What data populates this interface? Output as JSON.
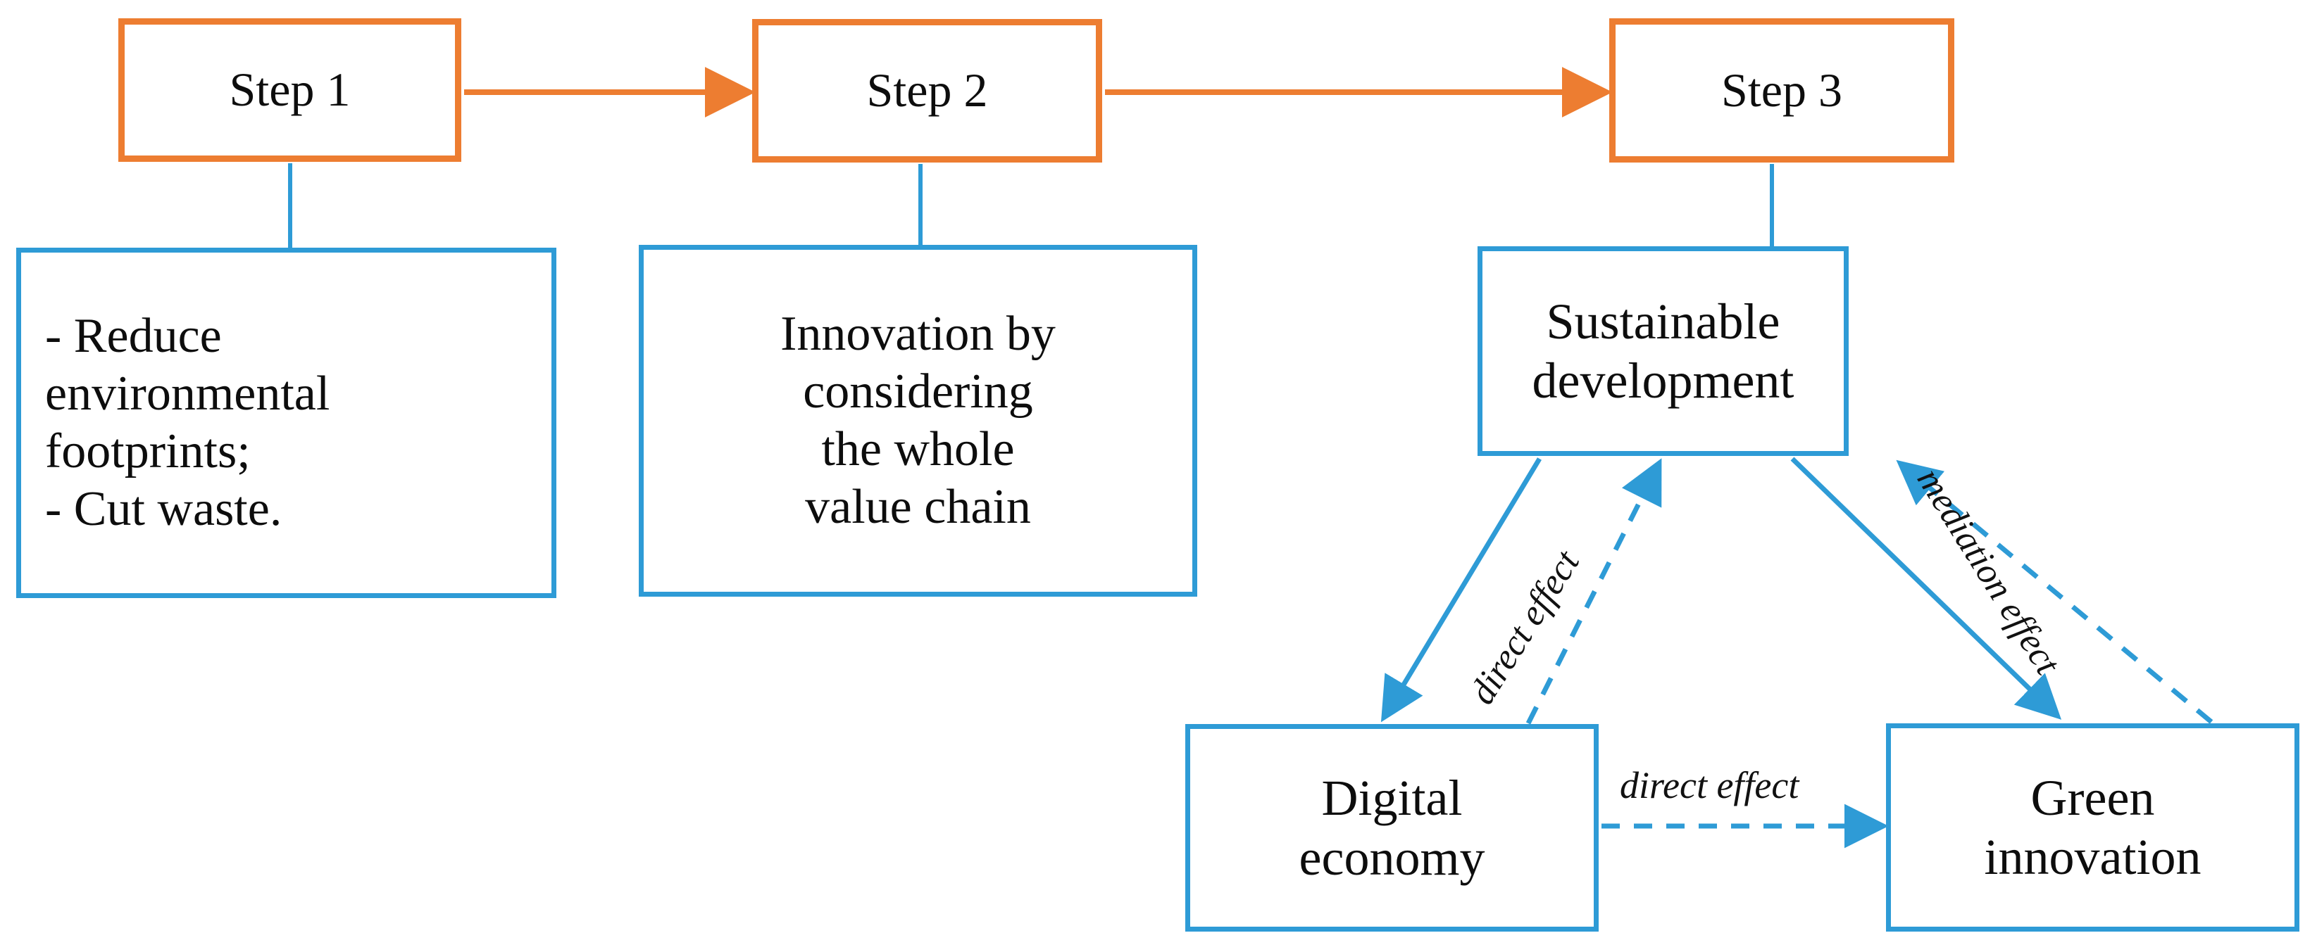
{
  "diagram": {
    "title": "Three-step sustainability framework with digital economy and green innovation mediation model",
    "colors": {
      "step_border": "#ED7D31",
      "node_border": "#2E9BD6",
      "connector_blue": "#2E9BD6",
      "connector_orange": "#ED7D31",
      "text": "#0D0D0D",
      "background": "#FFFFFF"
    },
    "steps": [
      {
        "id": "step-1",
        "label": "Step 1"
      },
      {
        "id": "step-2",
        "label": "Step 2"
      },
      {
        "id": "step-3",
        "label": "Step 3"
      }
    ],
    "detail_boxes": [
      {
        "id": "step-1-detail",
        "label": "- Reduce\nenvironmental\nfootprints;\n- Cut waste."
      },
      {
        "id": "step-2-detail",
        "label": "Innovation by\nconsidering\nthe whole\nvalue chain"
      },
      {
        "id": "step-3-detail",
        "label": "Sustainable\ndevelopment"
      }
    ],
    "model_nodes": [
      {
        "id": "digital-economy",
        "label": "Digital\neconomy"
      },
      {
        "id": "green-innovation",
        "label": "Green\ninnovation"
      }
    ],
    "edge_labels": {
      "left_diagonal": "direct effect",
      "right_diagonal": "mediation effect",
      "middle_horizontal": "direct effect"
    },
    "relationships": [
      {
        "from": "Step 1",
        "to": "Step 2",
        "style": "solid-arrow",
        "color": "#ED7D31"
      },
      {
        "from": "Step 2",
        "to": "Step 3",
        "style": "solid-arrow",
        "color": "#ED7D31"
      },
      {
        "from": "Step 1",
        "to": "- Reduce environmental footprints; - Cut waste.",
        "style": "solid-line",
        "color": "#2E9BD6"
      },
      {
        "from": "Step 2",
        "to": "Innovation by considering the whole value chain",
        "style": "solid-line",
        "color": "#2E9BD6"
      },
      {
        "from": "Step 3",
        "to": "Sustainable development",
        "style": "solid-line",
        "color": "#2E9BD6"
      },
      {
        "from": "Sustainable development",
        "to": "Digital economy",
        "style": "solid-arrow",
        "color": "#2E9BD6"
      },
      {
        "from": "Digital economy",
        "to": "Sustainable development",
        "style": "dashed-arrow",
        "label": "direct effect",
        "color": "#2E9BD6"
      },
      {
        "from": "Sustainable development",
        "to": "Green innovation",
        "style": "solid-arrow",
        "color": "#2E9BD6"
      },
      {
        "from": "Green innovation",
        "to": "Sustainable development",
        "style": "dashed-arrow",
        "label": "mediation effect",
        "color": "#2E9BD6"
      },
      {
        "from": "Digital economy",
        "to": "Green innovation",
        "style": "dashed-arrow",
        "label": "direct effect",
        "color": "#2E9BD6"
      }
    ]
  }
}
